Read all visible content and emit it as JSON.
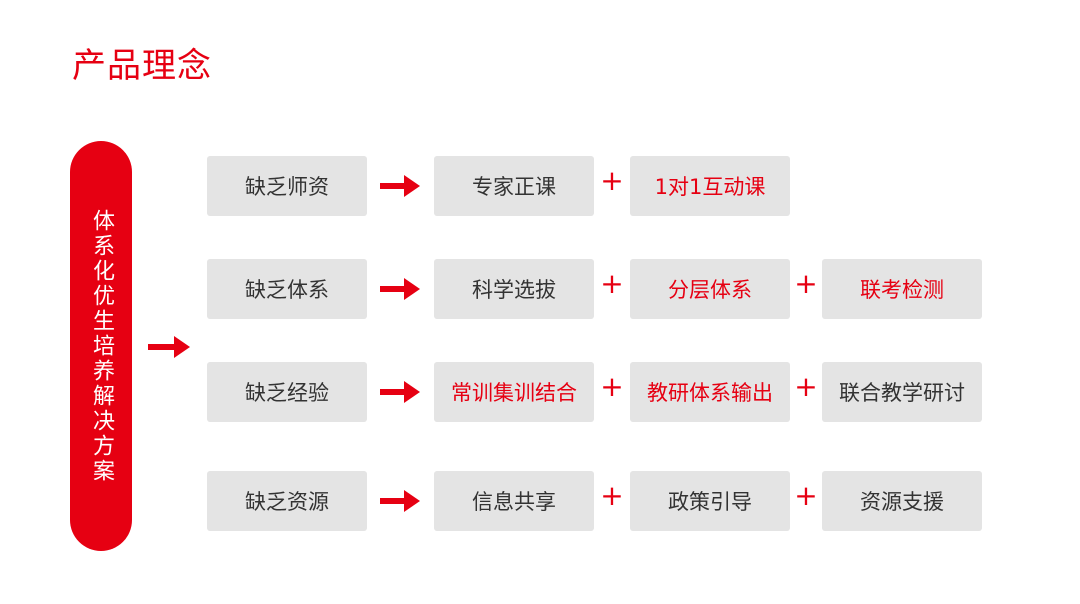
{
  "title": "产品理念",
  "sidebar_text": "体系化优生培养解决方案",
  "accent_color": "#e60012",
  "box_color": "#e4e4e4",
  "plus_symbol": "+",
  "rows": [
    {
      "problem": "缺乏师资",
      "solutions": [
        {
          "label": "专家正课",
          "highlighted": false
        },
        {
          "label": "1对1互动课",
          "highlighted": true
        }
      ]
    },
    {
      "problem": "缺乏体系",
      "solutions": [
        {
          "label": "科学选拔",
          "highlighted": false
        },
        {
          "label": "分层体系",
          "highlighted": true
        },
        {
          "label": "联考检测",
          "highlighted": true
        }
      ]
    },
    {
      "problem": "缺乏经验",
      "solutions": [
        {
          "label": "常训集训结合",
          "highlighted": true
        },
        {
          "label": "教研体系输出",
          "highlighted": true
        },
        {
          "label": "联合教学研讨",
          "highlighted": false
        }
      ]
    },
    {
      "problem": "缺乏资源",
      "solutions": [
        {
          "label": "信息共享",
          "highlighted": false
        },
        {
          "label": "政策引导",
          "highlighted": false
        },
        {
          "label": "资源支援",
          "highlighted": false
        }
      ]
    }
  ]
}
